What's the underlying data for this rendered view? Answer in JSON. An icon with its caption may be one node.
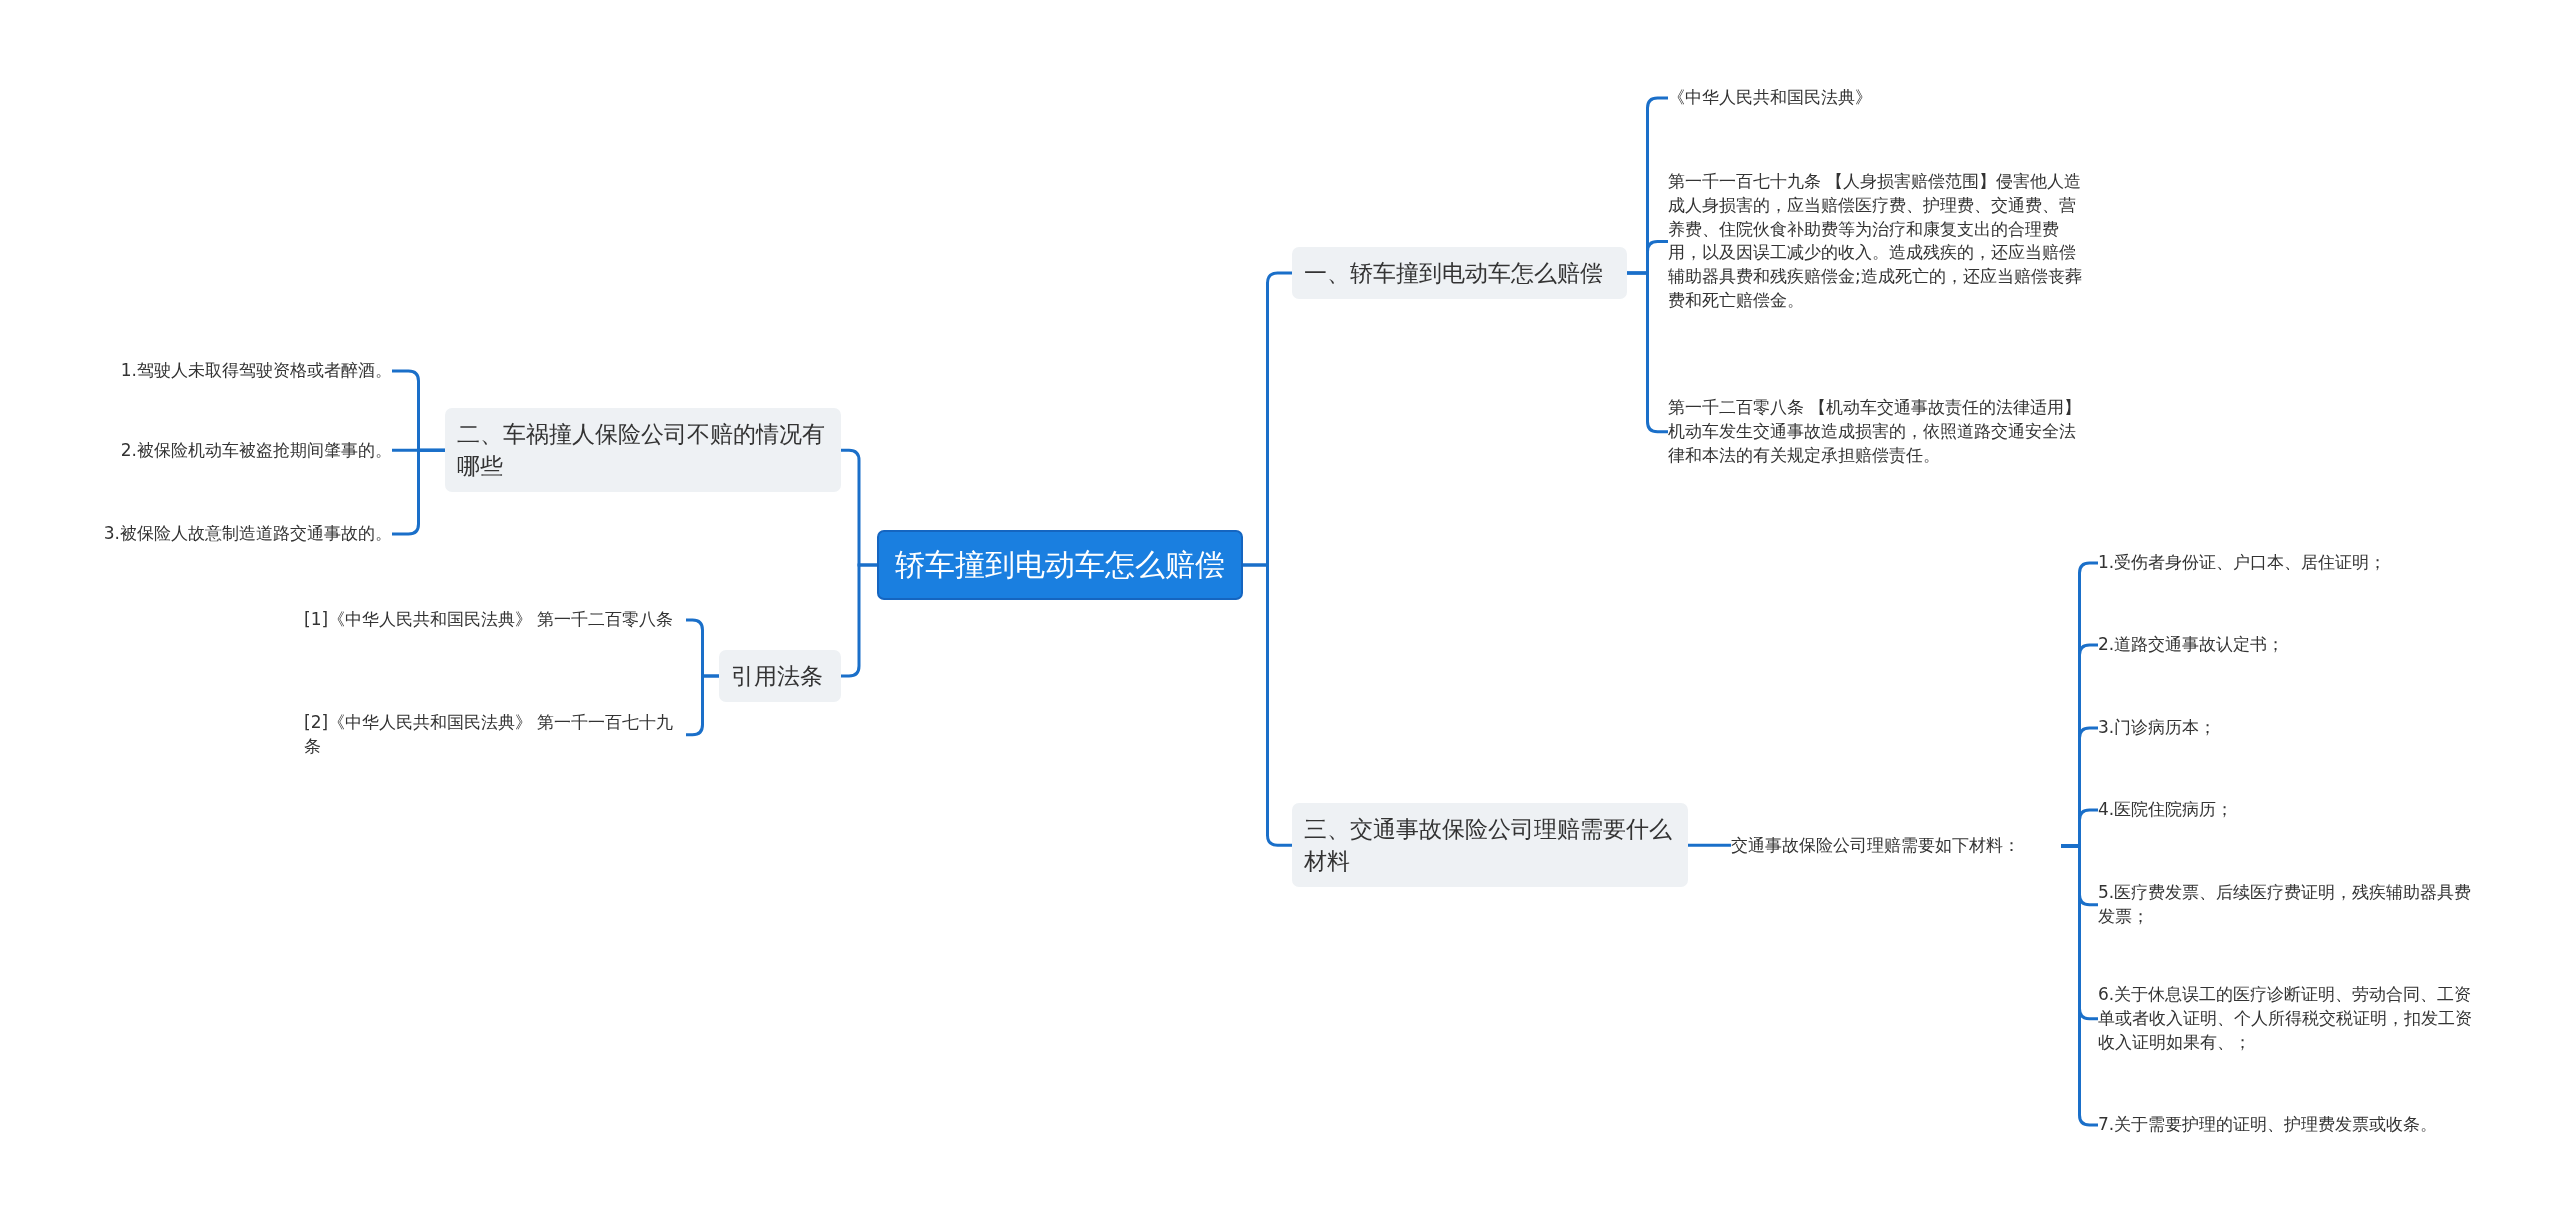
{
  "diagram": {
    "nodes": [
      {
        "text": [
          "轿车撞到电动车怎么赔偿"
        ]
      },
      {
        "text": [
          "一、轿车撞到电动车怎么赔偿"
        ]
      },
      {
        "text": [
          "《中华人民共和国民法典》"
        ]
      },
      {
        "text": [
          "第一千一百七十九条 【人身损害赔偿范围】侵害他人造成人身损害的，应当赔偿医疗费、护理费、交通费、营养费、住院伙食补助费等为治疗和康复支出的合理费用，以及因误工减少的收入。造成残疾的，还应当赔偿辅助器具费和残疾赔偿金;造成死亡的，还应当赔偿丧葬费和死亡赔偿金。"
        ]
      },
      {
        "text": [
          "第一千二百零八条 【机动车交通事故责任的法律适用】机动车发生交通事故造成损害的，依照道路交通安全法律和本法的有关规定承担赔偿责任。"
        ]
      },
      {
        "text": [
          "三、交通事故保险公司理赔需要什么材料"
        ]
      },
      {
        "text": [
          "交通事故保险公司理赔需要如下材料："
        ]
      },
      {
        "text": [
          "1.受伤者身份证、户口本、居住证明；"
        ]
      },
      {
        "text": [
          "2.道路交通事故认定书；"
        ]
      },
      {
        "text": [
          "3.门诊病历本；"
        ]
      },
      {
        "text": [
          "4.医院住院病历；"
        ]
      },
      {
        "text": [
          "5.医疗费发票、后续医疗费证明，残疾辅助器具费发票；"
        ]
      },
      {
        "text": [
          "6.关于休息误工的医疗诊断证明、劳动合同、工资单或者收入证明、个人所得税交税证明，扣发工资收入证明如果有、；"
        ]
      },
      {
        "text": [
          "7.关于需要护理的证明、护理费发票或收条。"
        ]
      },
      {
        "text": [
          "二、车祸撞人保险公司不赔的情况有哪些"
        ]
      },
      {
        "text": [
          "1.驾驶人未取得驾驶资格或者醉酒。"
        ]
      },
      {
        "text": [
          "2.被保险机动车被盗抢期间肇事的。"
        ]
      },
      {
        "text": [
          "3.被保险人故意制造道路交通事故的。"
        ]
      },
      {
        "text": [
          "引用法条"
        ]
      },
      {
        "text": [
          "[1]《中华人民共和国民法典》 第一千二百零八条"
        ]
      },
      {
        "text": [
          "[2]《中华人民共和国民法典》 第一千一百七十九条"
        ]
      }
    ],
    "edges": [
      {
        "from": 0,
        "to": 1,
        "arrow": "none"
      },
      {
        "from": 1,
        "to": 2,
        "arrow": "none"
      },
      {
        "from": 1,
        "to": 3,
        "arrow": "none"
      },
      {
        "from": 1,
        "to": 4,
        "arrow": "none"
      },
      {
        "from": 0,
        "to": 5,
        "arrow": "none"
      },
      {
        "from": 5,
        "to": 6,
        "arrow": "none"
      },
      {
        "from": 6,
        "to": 7,
        "arrow": "none"
      },
      {
        "from": 6,
        "to": 8,
        "arrow": "none"
      },
      {
        "from": 6,
        "to": 9,
        "arrow": "none"
      },
      {
        "from": 6,
        "to": 10,
        "arrow": "none"
      },
      {
        "from": 6,
        "to": 11,
        "arrow": "none"
      },
      {
        "from": 6,
        "to": 12,
        "arrow": "none"
      },
      {
        "from": 6,
        "to": 13,
        "arrow": "none"
      },
      {
        "from": 0,
        "to": 14,
        "arrow": "none"
      },
      {
        "from": 14,
        "to": 15,
        "arrow": "none"
      },
      {
        "from": 14,
        "to": 16,
        "arrow": "none"
      },
      {
        "from": 14,
        "to": 17,
        "arrow": "none"
      },
      {
        "from": 0,
        "to": 18,
        "arrow": "none"
      },
      {
        "from": 18,
        "to": 19,
        "arrow": "none"
      },
      {
        "from": 18,
        "to": 20,
        "arrow": "none"
      }
    ]
  }
}
